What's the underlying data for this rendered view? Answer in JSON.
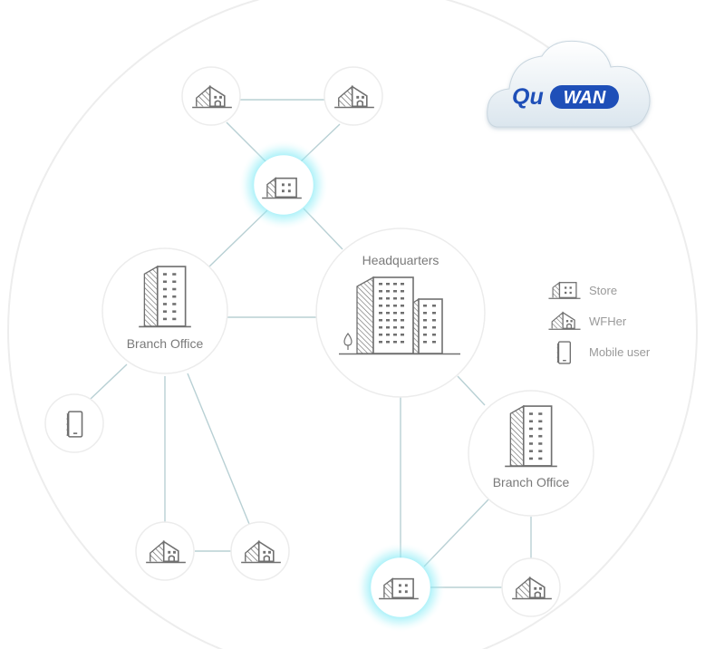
{
  "logo": {
    "left_text": "Qu",
    "right_text": "WAN",
    "color": "#1e4fb8"
  },
  "nodes": {
    "headquarters": "Headquarters",
    "branch_office_left": "Branch Office",
    "branch_office_right": "Branch Office"
  },
  "legend": [
    {
      "icon": "store-icon",
      "label": "Store"
    },
    {
      "icon": "wfher-icon",
      "label": "WFHer"
    },
    {
      "icon": "mobile-user-icon",
      "label": "Mobile user"
    }
  ],
  "colors": {
    "link": "#b8d0d4",
    "node_border": "#ececec",
    "icon": "#707070",
    "glow": "#6fe6f4"
  }
}
